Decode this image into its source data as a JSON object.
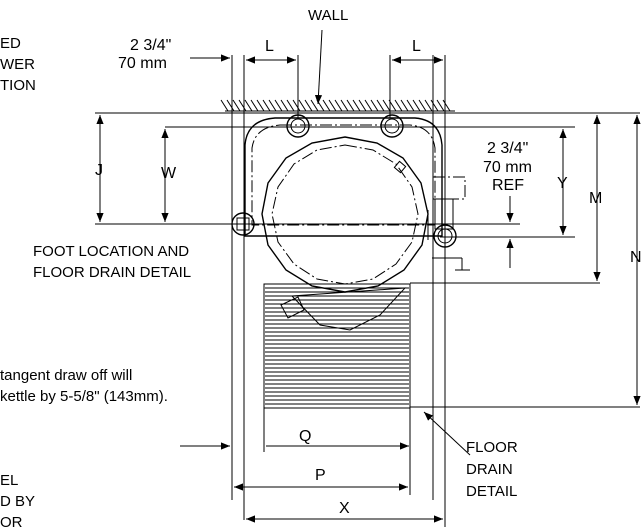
{
  "top_label": "WALL",
  "left_notes": {
    "line1": "ED",
    "line2": "WER",
    "line3": "TION"
  },
  "dims": {
    "left_offset_in": "2 3/4\"",
    "left_offset_mm": "70 mm",
    "right_offset_in": "2 3/4\"",
    "right_offset_mm": "70 mm",
    "right_offset_ref": "REF",
    "L_left": "L",
    "L_right": "L",
    "J": "J",
    "W": "W",
    "Y": "Y",
    "M": "M",
    "N": "N",
    "Q": "Q",
    "P": "P",
    "X": "X"
  },
  "foot_detail": {
    "line1": "FOOT LOCATION AND",
    "line2": "FLOOR DRAIN DETAIL"
  },
  "note": {
    "line1": "tangent draw off will",
    "line2": "kettle by 5-5/8\" (143mm)."
  },
  "bottom_left": {
    "line1": "EL",
    "line2": "D BY",
    "line3": "OR"
  },
  "floor_drain": {
    "line1": "FLOOR",
    "line2": "DRAIN",
    "line3": "DETAIL"
  }
}
